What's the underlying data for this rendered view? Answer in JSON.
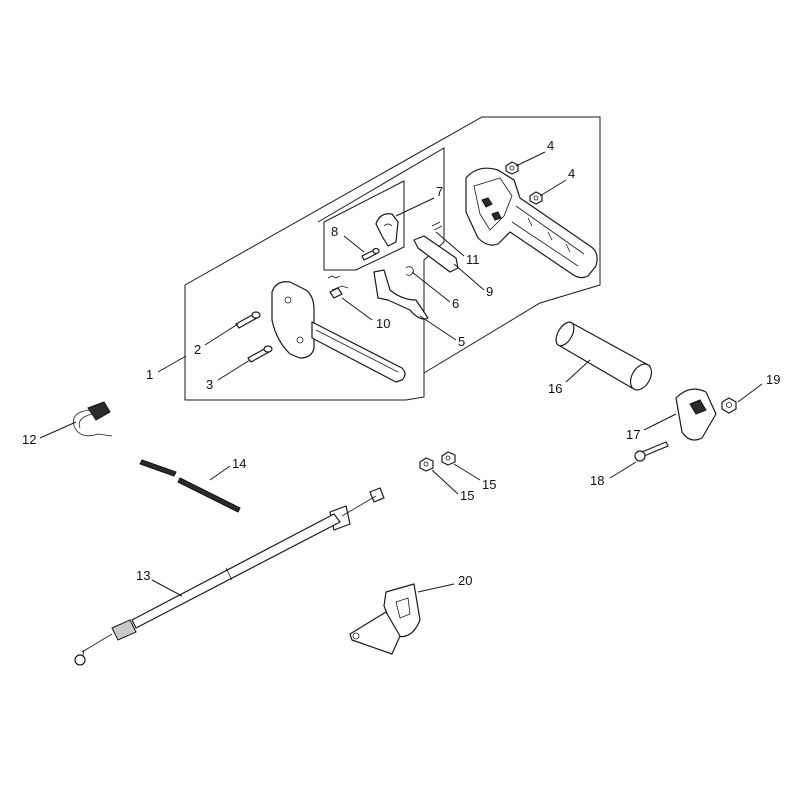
{
  "diagram": {
    "callouts": [
      {
        "id": "c1",
        "num": "1"
      },
      {
        "id": "c2",
        "num": "2"
      },
      {
        "id": "c3",
        "num": "3"
      },
      {
        "id": "c4a",
        "num": "4"
      },
      {
        "id": "c4b",
        "num": "4"
      },
      {
        "id": "c5",
        "num": "5"
      },
      {
        "id": "c6",
        "num": "6"
      },
      {
        "id": "c7",
        "num": "7"
      },
      {
        "id": "c8",
        "num": "8"
      },
      {
        "id": "c9",
        "num": "9"
      },
      {
        "id": "c10",
        "num": "10"
      },
      {
        "id": "c11",
        "num": "11"
      },
      {
        "id": "c12",
        "num": "12"
      },
      {
        "id": "c13",
        "num": "13"
      },
      {
        "id": "c14",
        "num": "14"
      },
      {
        "id": "c15a",
        "num": "15"
      },
      {
        "id": "c15b",
        "num": "15"
      },
      {
        "id": "c16",
        "num": "16"
      },
      {
        "id": "c17",
        "num": "17"
      },
      {
        "id": "c18",
        "num": "18"
      },
      {
        "id": "c19",
        "num": "19"
      },
      {
        "id": "c20",
        "num": "20"
      }
    ]
  }
}
